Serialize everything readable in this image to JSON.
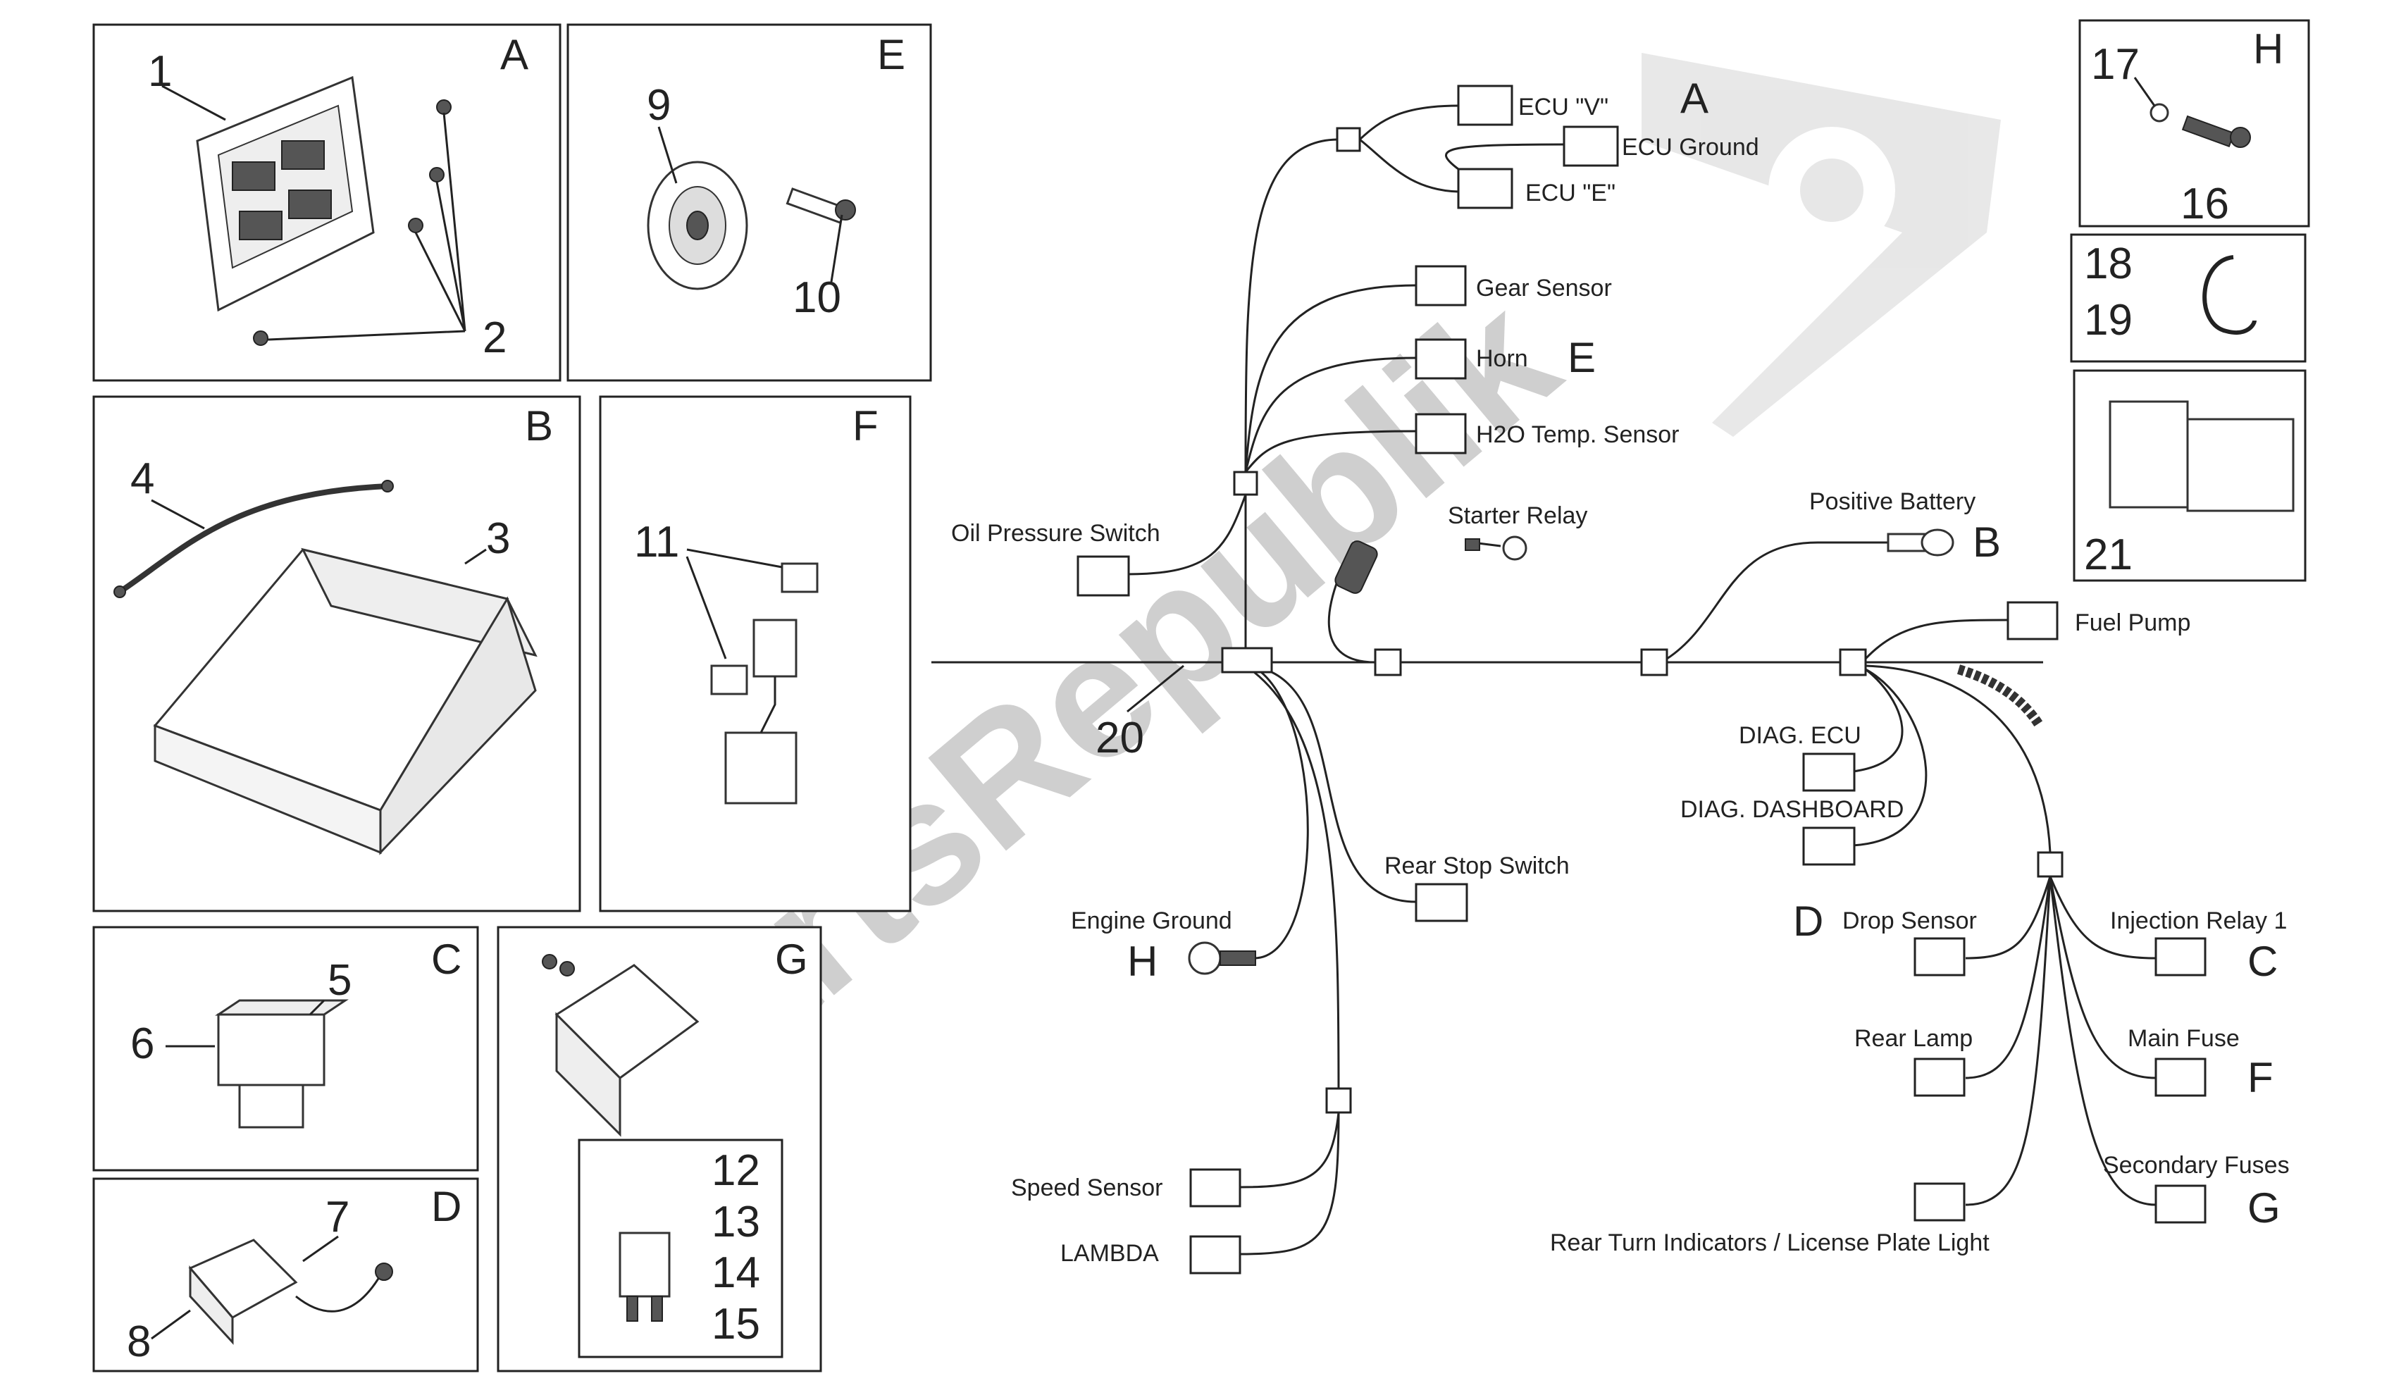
{
  "watermark": "PartsRepublik",
  "panels": {
    "A": {
      "letter": "A",
      "nums": [
        "1",
        "2"
      ]
    },
    "E": {
      "letter": "E",
      "nums": [
        "9",
        "10"
      ]
    },
    "B": {
      "letter": "B",
      "nums": [
        "4",
        "3"
      ]
    },
    "F": {
      "letter": "F",
      "nums": [
        "11"
      ]
    },
    "C": {
      "letter": "C",
      "nums": [
        "5",
        "6"
      ]
    },
    "G": {
      "letter": "G",
      "nums": [
        "12",
        "13",
        "14",
        "15"
      ]
    },
    "D": {
      "letter": "D",
      "nums": [
        "7",
        "8"
      ]
    },
    "H": {
      "letter": "H",
      "nums": [
        "17",
        "16"
      ]
    },
    "P1819": {
      "nums": [
        "18",
        "19"
      ]
    },
    "P21": {
      "nums": [
        "21"
      ]
    }
  },
  "harness": {
    "number": "20",
    "connectors": {
      "ecu_v": "ECU \"V\"",
      "ecu_ground": "ECU Ground",
      "ecu_e": "ECU \"E\"",
      "gear_sensor": "Gear Sensor",
      "horn": "Horn",
      "h2o": "H2O Temp. Sensor",
      "oil": "Oil Pressure Switch",
      "starter": "Starter Relay",
      "positive_battery": "Positive Battery",
      "fuel_pump": "Fuel Pump",
      "diag_ecu": "DIAG. ECU",
      "diag_dash": "DIAG. DASHBOARD",
      "rear_stop": "Rear Stop Switch",
      "engine_ground": "Engine Ground",
      "drop_sensor": "Drop Sensor",
      "injection_relay": "Injection Relay 1",
      "rear_lamp": "Rear Lamp",
      "main_fuse": "Main Fuse",
      "secondary_fuses": "Secondary Fuses",
      "rear_turn": "Rear Turn Indicators / License Plate Light",
      "speed_sensor": "Speed Sensor",
      "lambda": "LAMBDA"
    },
    "refs": {
      "ecu": "A",
      "horn": "E",
      "battery": "B",
      "engine_ground": "H",
      "drop": "D",
      "injection": "C",
      "main_fuse": "F",
      "secondary": "G"
    }
  }
}
